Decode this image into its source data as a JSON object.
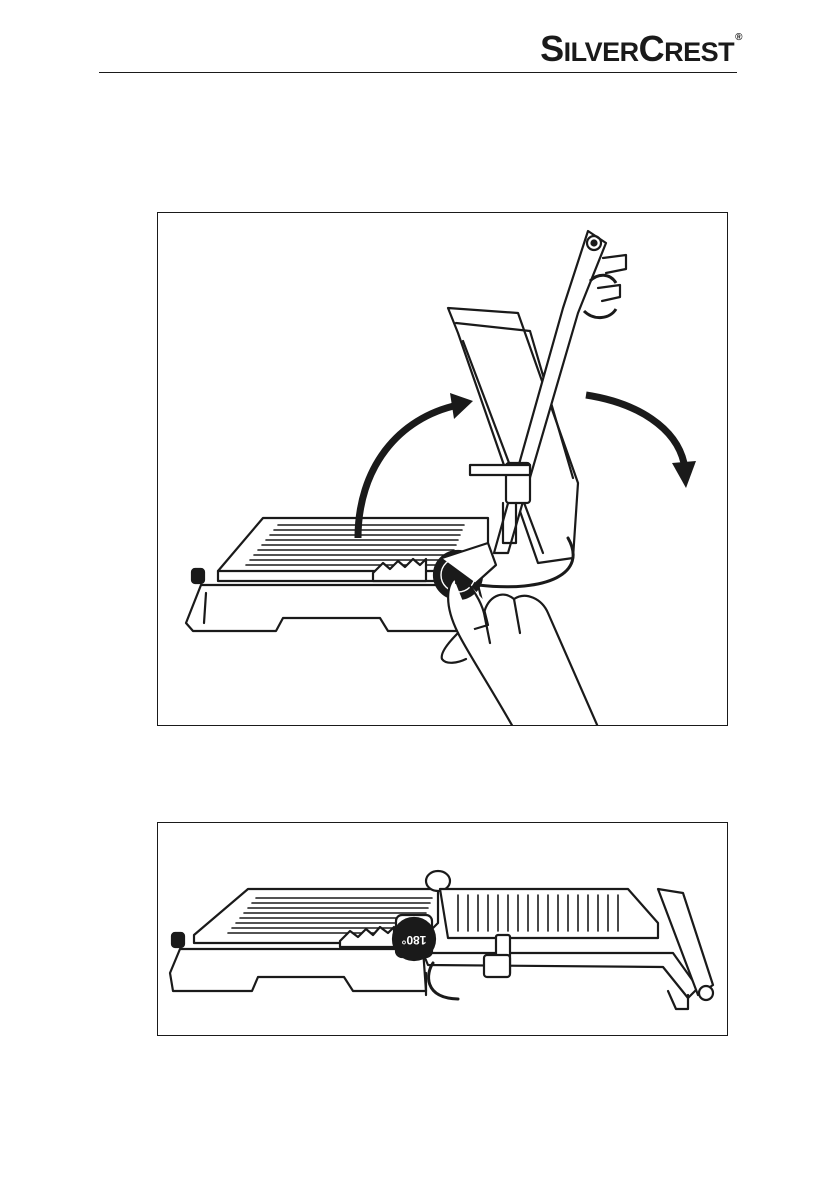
{
  "header": {
    "brand_part1_big": "S",
    "brand_part1_small": "ILVER",
    "brand_part2_big": "C",
    "brand_part2_small": "REST",
    "brand_registered": "®"
  },
  "figures": [
    {
      "id": "figure-grill-opening",
      "description_text": ""
    },
    {
      "id": "figure-grill-flat",
      "dial_label": "180°"
    }
  ],
  "colors": {
    "ink": "#1a1a1a",
    "paper": "#ffffff"
  },
  "icons": [
    "curved-arrow-up-icon",
    "curved-arrow-down-icon",
    "rotate-arrow-icon"
  ]
}
